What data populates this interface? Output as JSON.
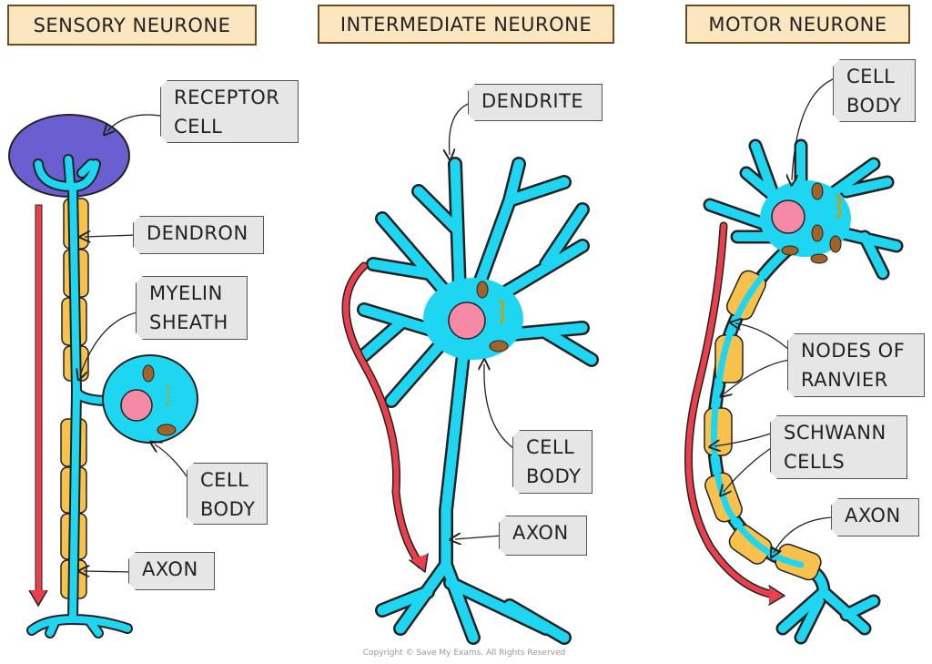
{
  "headers": {
    "sensory": "SENSORY NEURONE",
    "intermediate": "INTERMEDIATE NEURONE",
    "motor": "MOTOR NEURONE"
  },
  "labels": {
    "receptor_cell": [
      "RECEPTOR",
      "CELL"
    ],
    "dendron": [
      "DENDRON"
    ],
    "myelin_sheath": [
      "MYELIN",
      "SHEATH"
    ],
    "sensory_cell_body": [
      "CELL",
      "BODY"
    ],
    "sensory_axon": [
      "AXON"
    ],
    "dendrite": [
      "DENDRITE"
    ],
    "inter_cell_body": [
      "CELL",
      "BODY"
    ],
    "inter_axon": [
      "AXON"
    ],
    "motor_cell_body": [
      "CELL",
      "BODY"
    ],
    "nodes_of_ranvier": [
      "NODES OF",
      "RANVIER"
    ],
    "schwann_cells": [
      "SCHWANN",
      "CELLS"
    ],
    "motor_axon": [
      "AXON"
    ]
  },
  "copyright": "Copyright © Save My Exams. All Rights Reserved",
  "colors": {
    "neurone": "#1fd6f2",
    "receptor": "#6a5ed0",
    "myelin": "#f7c14c",
    "arrow": "#ea3f4c",
    "nucleus": "#f48aa6",
    "tag": "#e6e6e6",
    "header": "#fce6bf"
  }
}
